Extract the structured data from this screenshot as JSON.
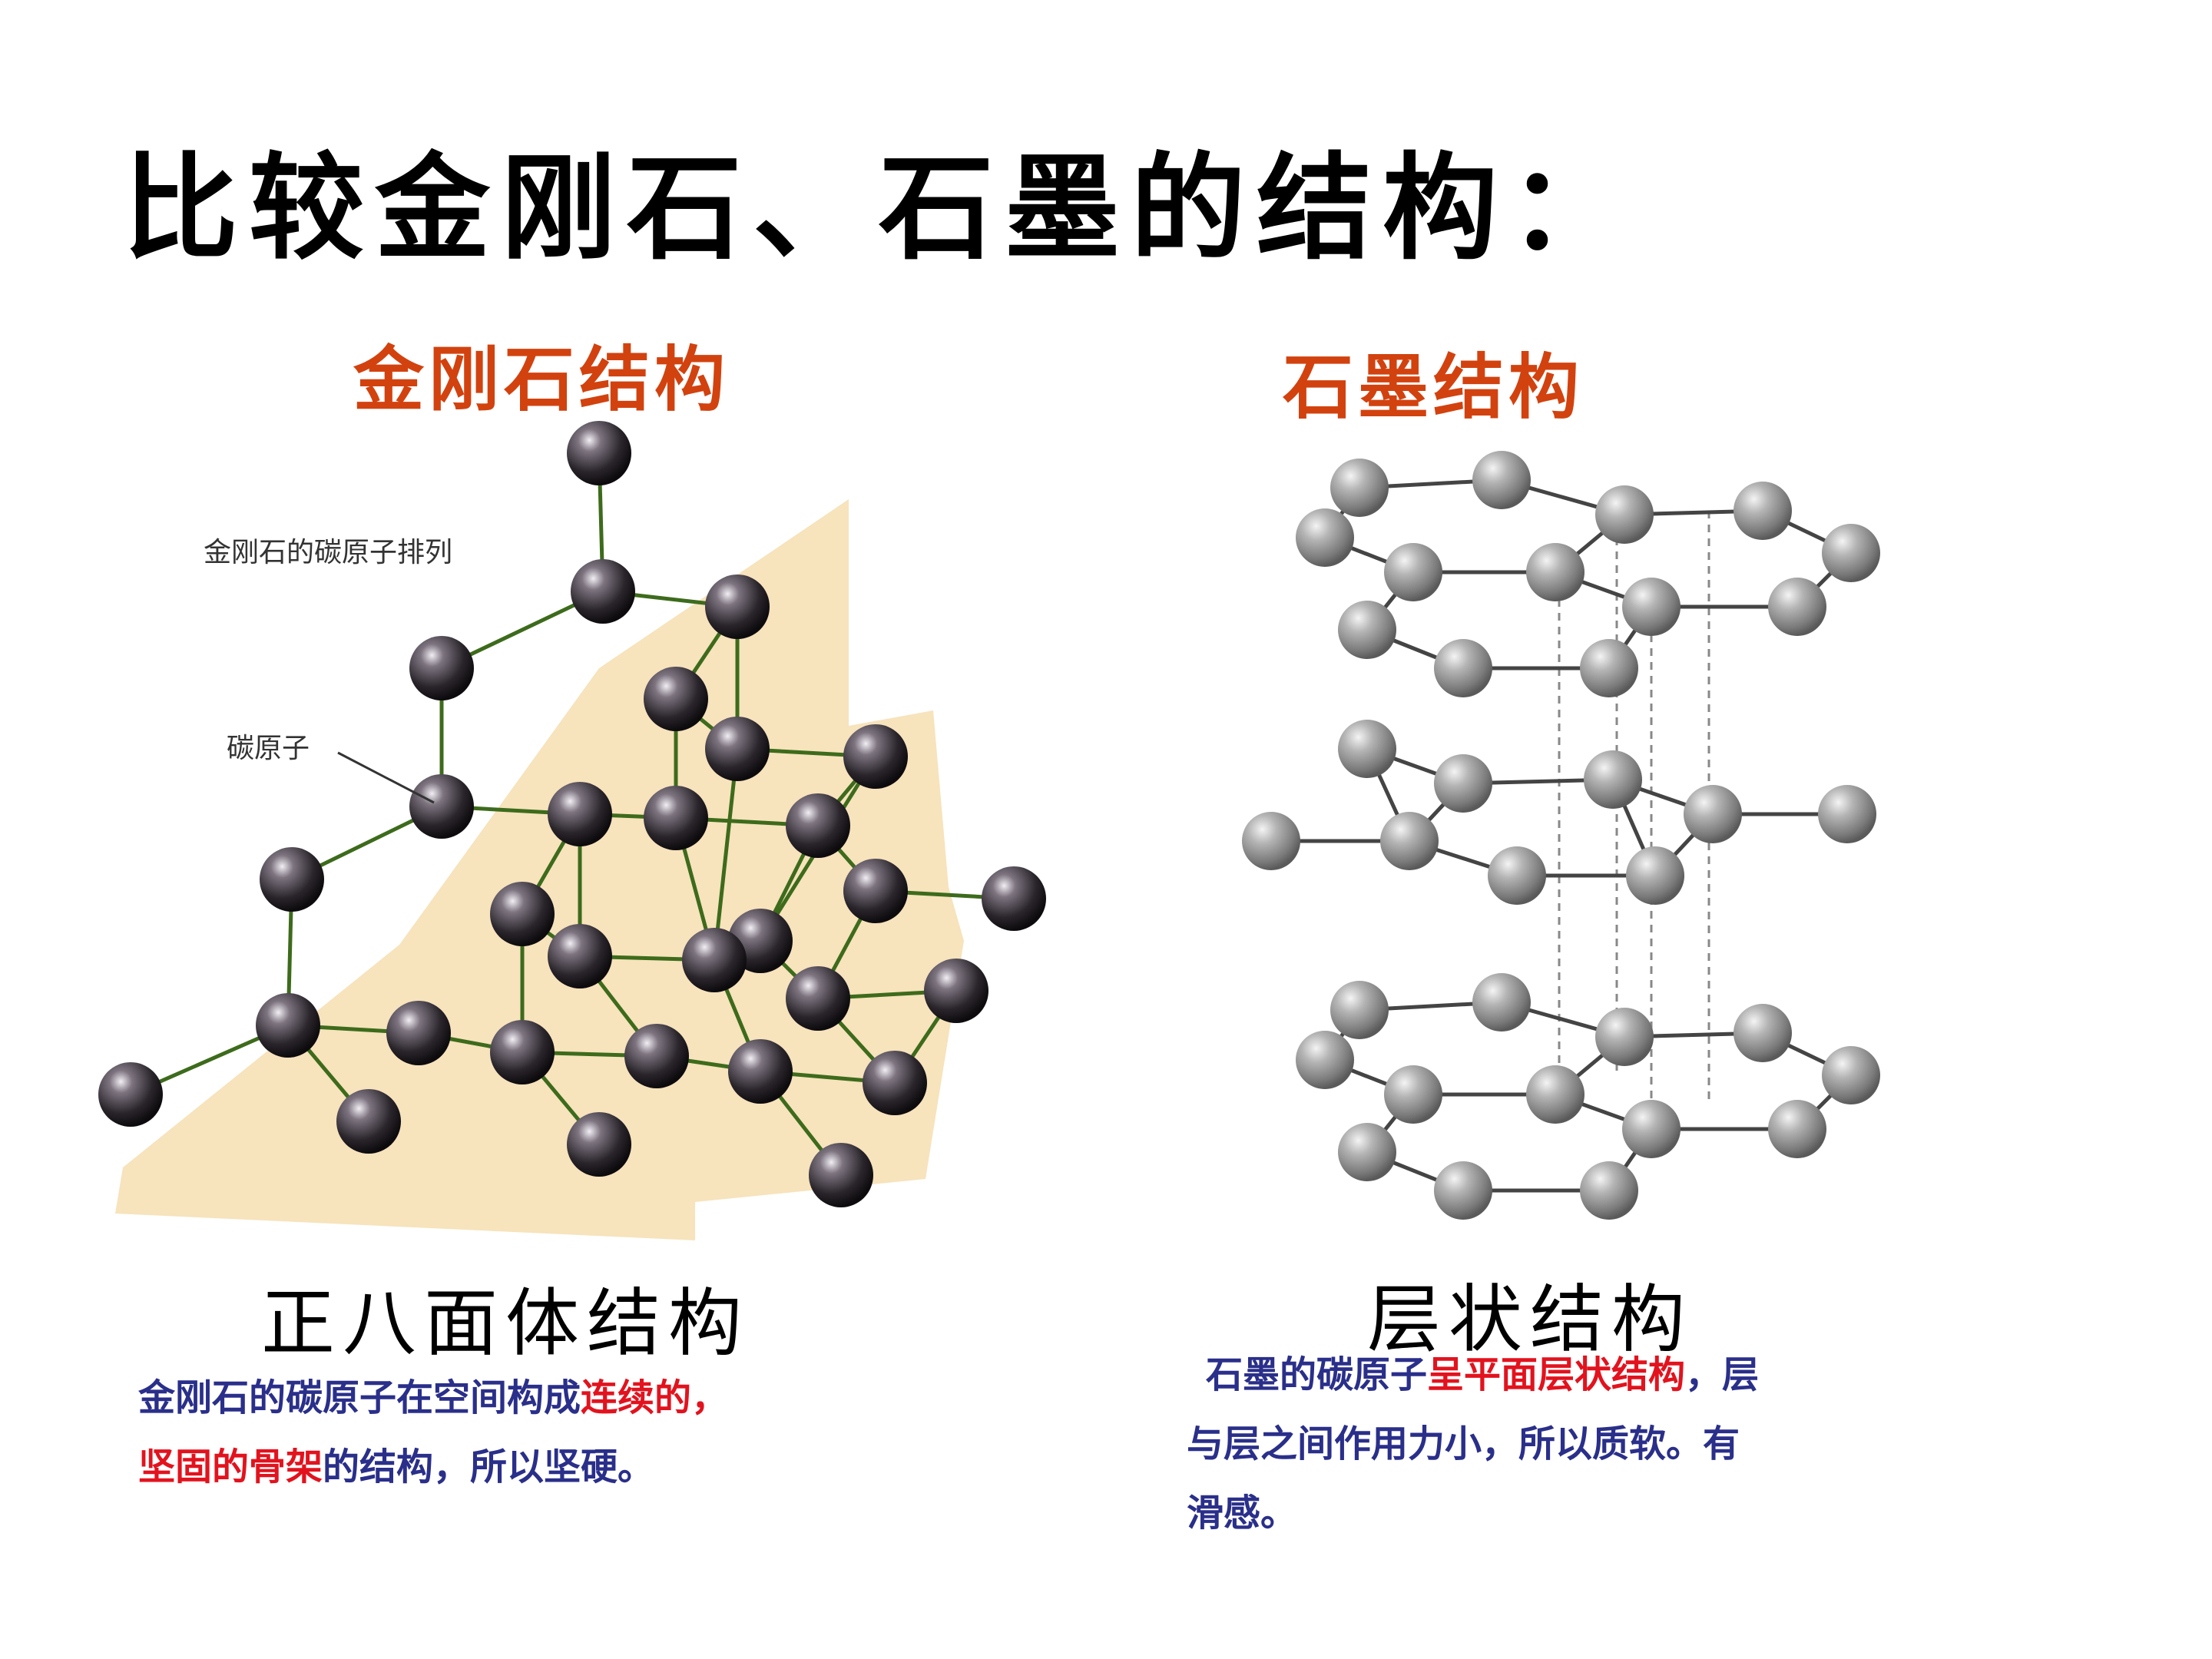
{
  "title": "比较金刚石、石墨的结构：",
  "colors": {
    "heading": "#d2420f",
    "desc_blue": "#2a2f8a",
    "desc_red": "#e2131e",
    "bond_green": "#3d6b1c",
    "diamond_atom": "#2a252b",
    "graphite_atom": "#8a8a8a",
    "plane_fill": "#f5dcab"
  },
  "diamond": {
    "heading": "金刚石结构",
    "label_arrangement": "金刚石的碳原子排列",
    "label_atom": "碳原子",
    "caption": "正八面体结构",
    "desc": [
      {
        "text": "金刚石的碳原子在空间构成",
        "color": "blue"
      },
      {
        "text": "连续的，",
        "color": "red"
      },
      {
        "text": "坚固的骨架",
        "color": "red"
      },
      {
        "text": "的结构，所以坚硬。",
        "color": "blue"
      }
    ]
  },
  "graphite": {
    "heading": "石墨结构",
    "caption": "层状结构",
    "desc": [
      {
        "text": "石墨的碳原子",
        "color": "blue"
      },
      {
        "text": "呈平面层状结构",
        "color": "red"
      },
      {
        "text": "，层",
        "color": "blue"
      },
      {
        "text": "与层之间作用力小，所以质软。有",
        "color": "blue"
      },
      {
        "text": "滑感。",
        "color": "blue"
      }
    ]
  }
}
